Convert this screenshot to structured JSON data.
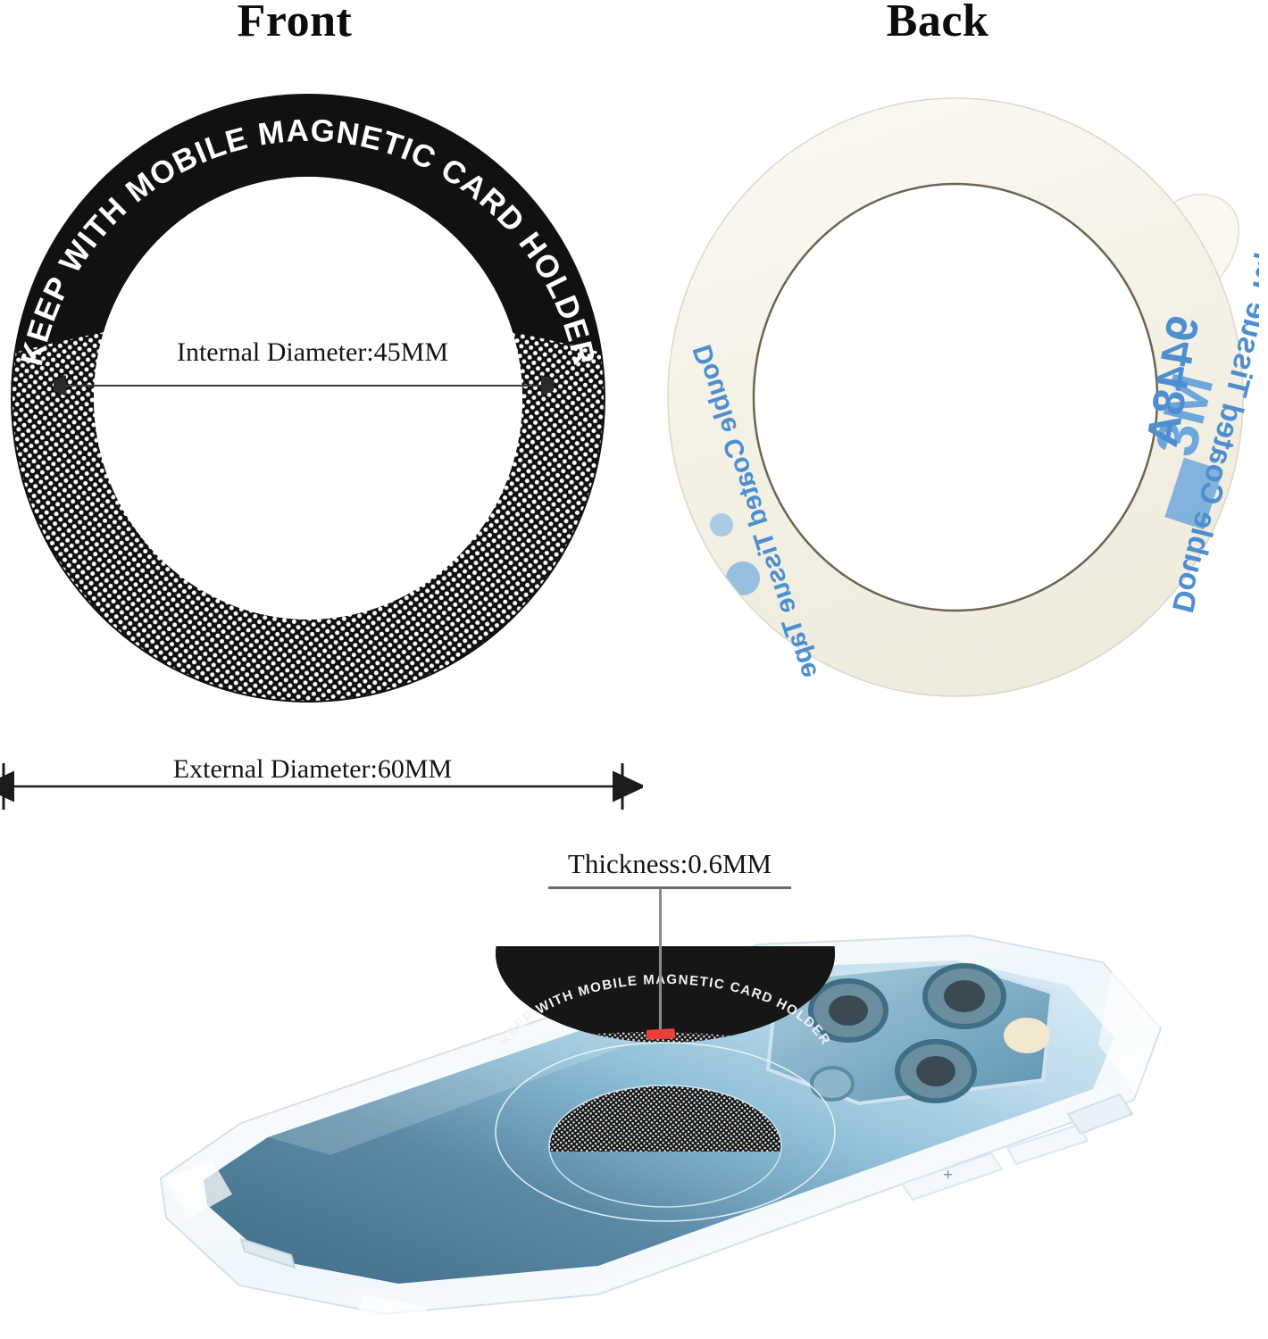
{
  "panels": {
    "front": {
      "title": "Front"
    },
    "back": {
      "title": "Back"
    }
  },
  "ring": {
    "brand_text": "KEEP WITH MOBILE MAGNETIC CARD HOLDER",
    "texture": "perforated-dot-grid",
    "color_black": "#111111",
    "color_text": "#ffffff"
  },
  "adhesive": {
    "brand": "3M",
    "product_code": "9448A",
    "description": "Double Coated Tissue Tape",
    "liner_color": "#f6f4ed",
    "print_color": "#4d8fd1"
  },
  "dimensions": {
    "internal": "Internal Diameter:45MM",
    "external": "External Diameter:60MM",
    "thickness": "Thickness:0.6MM",
    "marker_color": "#e8413b"
  },
  "phone": {
    "body_color_dark": "#4a7a96",
    "body_color_light": "#cfe6f2",
    "case": "clear-tpu-bumper-case",
    "camera_count": 3,
    "ring_text": "KEEP WITH MOBILE MAGNETIC CARD HOLDER"
  }
}
